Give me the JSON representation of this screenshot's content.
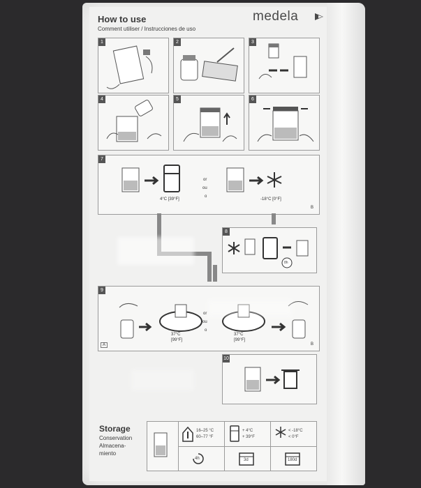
{
  "header": {
    "title": "How to use",
    "subtitle": "Comment utiliser / Instrucciones de uso",
    "brand": "medela"
  },
  "steps": {
    "s1": "1",
    "s2": "2",
    "s3": "3",
    "s4": "4",
    "s5": "5",
    "s6": "6",
    "s7": "7",
    "s8": "8",
    "s9": "9",
    "s10": "10"
  },
  "step7": {
    "fridge_temp": "4°C [39°F]",
    "freezer_temp": "-18°C [0°F]",
    "or_en": "or",
    "or_fr": "ou",
    "or_es": "o",
    "corner": "B"
  },
  "step8": {
    "hours": "8h"
  },
  "step9": {
    "left_temp": "37°C",
    "left_temp_f": "[99°F]",
    "right_temp": "37°C",
    "right_temp_f": "[99°F]",
    "or_en": "or",
    "or_fr": "ou",
    "or_es": "o",
    "corner_a": "A",
    "corner_b": "B"
  },
  "storage": {
    "title": "Storage",
    "fr": "Conservation",
    "es1": "Almacena-",
    "es2": "miento",
    "room_c": "16–25 °C",
    "room_f": "60–77 °F",
    "room_time": "4h",
    "fridge_c": "+ 4°C",
    "fridge_f": "+ 39°F",
    "fridge_time": "3d",
    "freezer_c": "< -18°C",
    "freezer_f": "< 0°F",
    "freezer_time": "180d"
  },
  "colors": {
    "line": "#555555",
    "box": "#9a9a9a",
    "background": "#2b2a2c"
  }
}
